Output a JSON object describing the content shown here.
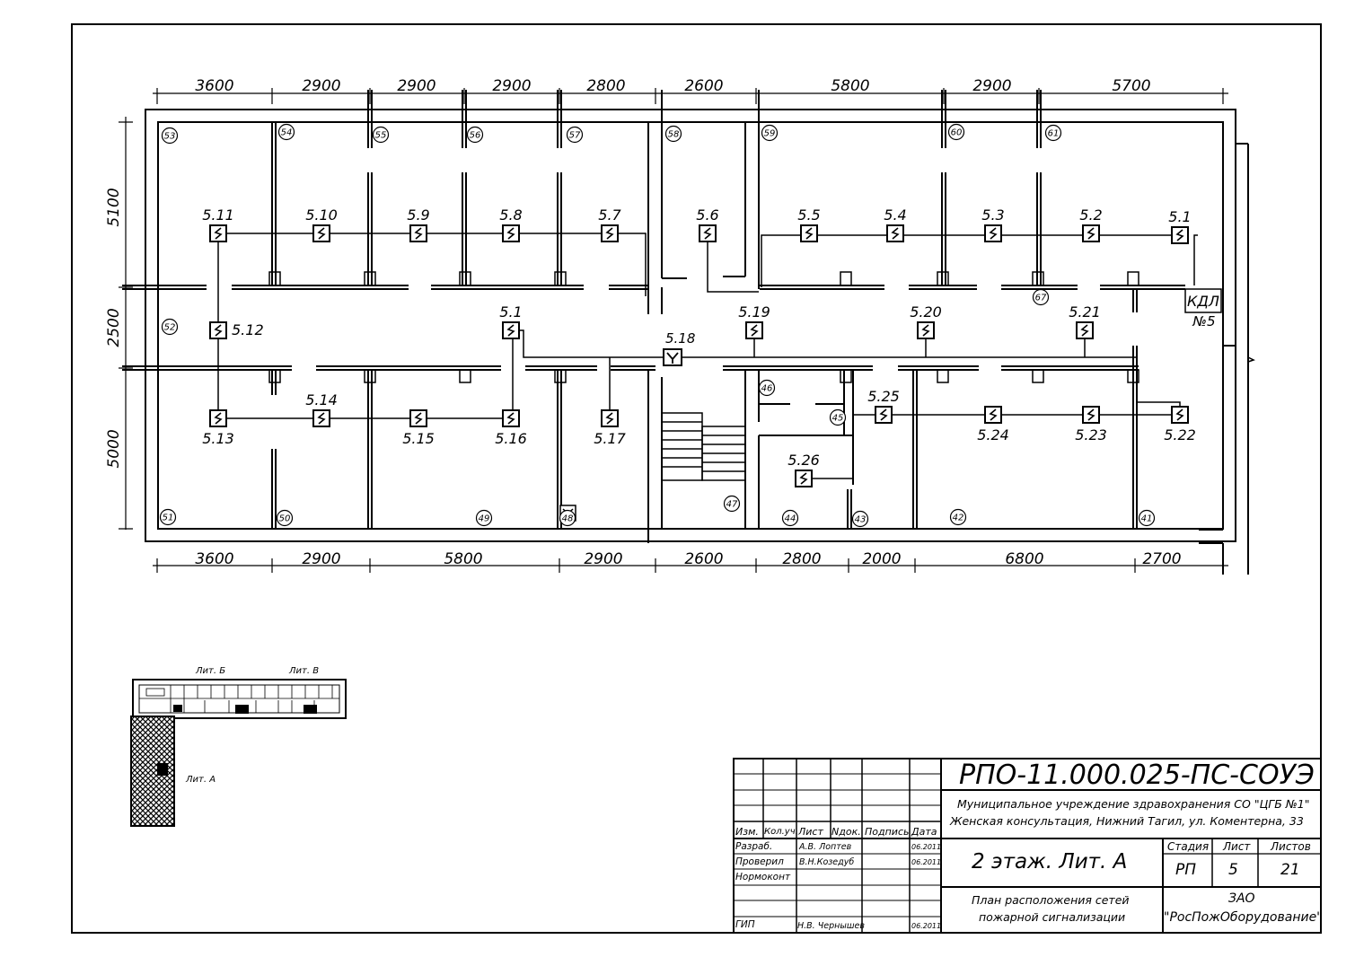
{
  "dimensions": {
    "top": [
      "3600",
      "2900",
      "2900",
      "2900",
      "2800",
      "2600",
      "5800",
      "2900",
      "5700"
    ],
    "bottom": [
      "3600",
      "2900",
      "5800",
      "2900",
      "2600",
      "2800",
      "2000",
      "6800",
      "2700"
    ],
    "left": [
      "5100",
      "2500",
      "5000"
    ]
  },
  "detectors": [
    {
      "label": "5.11"
    },
    {
      "label": "5.10"
    },
    {
      "label": "5.9"
    },
    {
      "label": "5.8"
    },
    {
      "label": "5.7"
    },
    {
      "label": "5.6"
    },
    {
      "label": "5.5"
    },
    {
      "label": "5.4"
    },
    {
      "label": "5.3"
    },
    {
      "label": "5.2"
    },
    {
      "label": "5.1"
    },
    {
      "label": "5.12"
    },
    {
      "label": "5.1"
    },
    {
      "label": "5.19"
    },
    {
      "label": "5.20"
    },
    {
      "label": "5.21"
    },
    {
      "label": "5.13"
    },
    {
      "label": "5.14"
    },
    {
      "label": "5.15"
    },
    {
      "label": "5.16"
    },
    {
      "label": "5.17"
    },
    {
      "label": "5.25"
    },
    {
      "label": "5.24"
    },
    {
      "label": "5.23"
    },
    {
      "label": "5.22"
    },
    {
      "label": "5.26"
    }
  ],
  "manual_call_point": {
    "label": "5.18"
  },
  "control_panel": {
    "line1": "КДЛ",
    "line2": "№5"
  },
  "rooms": [
    "53",
    "54",
    "55",
    "56",
    "57",
    "58",
    "59",
    "60",
    "61",
    "67",
    "52",
    "46",
    "45",
    "51",
    "50",
    "49",
    "48",
    "47",
    "44",
    "43",
    "42",
    "41"
  ],
  "key_plan": {
    "lit_b": "Лит. Б",
    "lit_v": "Лит. В",
    "lit_a": "Лит. А"
  },
  "title_block": {
    "code": "РПО-11.000.025-ПС-СОУЭ",
    "org_line1": "Муниципальное учреждение здравохранения СО \"ЦГБ №1\"",
    "org_line2": "Женская консультация, Нижний Тагил, ул. Коментерна, 33",
    "headers": {
      "izm": "Изм.",
      "kol": "Кол.уч.",
      "list": "Лист",
      "ndok": "Nдок.",
      "podpis": "Подпись",
      "data": "Дата"
    },
    "rows": [
      {
        "role": "Разраб.",
        "name": "А.В. Лоптев",
        "date": "06.2011"
      },
      {
        "role": "Проверил",
        "name": "В.Н.Козедуб",
        "date": "06.2011"
      },
      {
        "role": "Нормоконт",
        "name": "",
        "date": ""
      },
      {
        "role": "ГИП",
        "name": "Н.В. Чернышев",
        "date": "06.2011"
      }
    ],
    "sheet_title": "2 этаж. Лит. А",
    "stage_label": "Стадия",
    "sheet_label": "Лист",
    "sheets_label": "Листов",
    "stage": "РП",
    "sheet": "5",
    "sheets": "21",
    "desc_line1": "План расположения сетей",
    "desc_line2": "пожарной сигнализации",
    "company_line1": "ЗАО",
    "company_line2": "\"РосПожОборудование\""
  }
}
